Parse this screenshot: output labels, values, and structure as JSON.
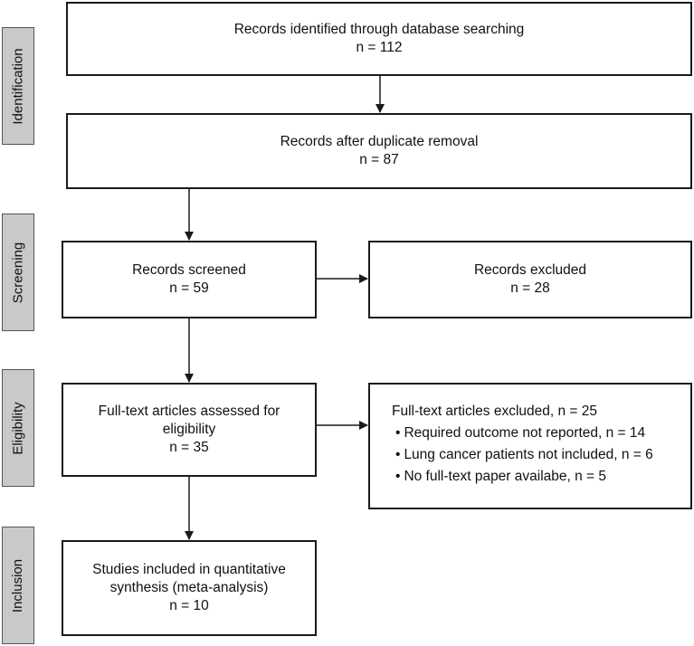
{
  "stages": {
    "identification": "Identification",
    "screening": "Screening",
    "eligibility": "Eligibility",
    "inclusion": "Inclusion"
  },
  "boxes": {
    "identified": {
      "line1": "Records identified through database searching",
      "line2": "n = 112"
    },
    "after_duplicates": {
      "line1": "Records after duplicate removal",
      "line2": "n = 87"
    },
    "screened": {
      "line1": "Records screened",
      "line2": "n = 59"
    },
    "excluded": {
      "line1": "Records excluded",
      "line2": "n = 28"
    },
    "fulltext": {
      "line1": "Full-text articles assessed for",
      "line2": "eligibility",
      "line3": "n = 35"
    },
    "fulltext_excluded": {
      "title": "Full-text articles excluded, n = 25",
      "reasons": [
        "Required outcome not reported, n = 14",
        "Lung cancer patients not included, n = 6",
        "No full-text paper availabe, n = 5"
      ]
    },
    "included": {
      "line1": "Studies included in quantitative",
      "line2": "synthesis (meta-analysis)",
      "line3": "n = 10"
    }
  }
}
